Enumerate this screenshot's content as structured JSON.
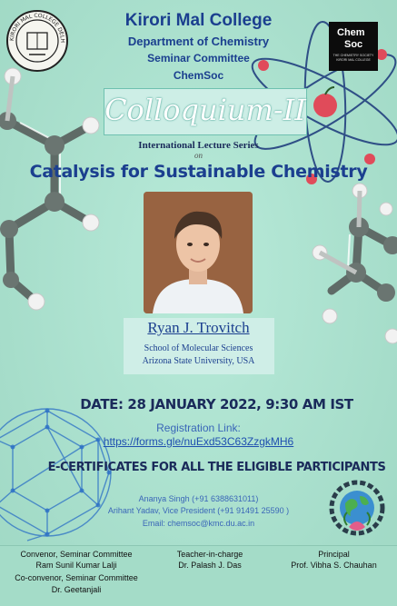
{
  "header": {
    "college": "Kirori Mal College",
    "department": "Department of Chemistry",
    "committee": "Seminar Committee",
    "society": "ChemSoc"
  },
  "left_logo": {
    "icon": "college-seal-icon",
    "ring_text": "KIRORI MAL COLLEGE DELHI"
  },
  "right_logo": {
    "icon": "chemsoc-logo-icon",
    "line1": "Chem",
    "line2": "Soc",
    "caption": "THE CHEMISTRY SOCIETY KIRORI MAL COLLEGE"
  },
  "event": {
    "title": "Colloquium-II",
    "series": "International Lecture Series",
    "on": "on",
    "topic": "Catalysis for Sustainable Chemistry"
  },
  "speaker": {
    "name": "Ryan J. Trovitch",
    "affiliation_line1": "School of Molecular Sciences",
    "affiliation_line2": "Arizona State University, USA"
  },
  "date_line": "DATE: 28 JANUARY 2022, 9:30 AM IST",
  "registration": {
    "label": "Registration Link:",
    "url": "https://forms.gle/nuExd53C63ZzgkMH6"
  },
  "certificates": "E-CERTIFICATES FOR ALL THE ELIGIBLE PARTICIPANTS",
  "contacts": {
    "line1": "Ananya Singh (+91 6388631011)",
    "line2": "Arihant Yadav, Vice President (+91 91491 25590 )",
    "line3": "Email: chemsoc@kmc.du.ac.in"
  },
  "footer": {
    "convenor_role": "Convenor, Seminar Committee",
    "convenor_name": "Ram Sunil Kumar Lalji",
    "coconvenor_role": "Co-convenor, Seminar Committee",
    "coconvenor_name": "Dr. Geetanjali",
    "teacher_role": "Teacher-in-charge",
    "teacher_name": "Dr. Palash J. Das",
    "principal_role": "Principal",
    "principal_name": "Prof. Vibha S. Chauhan"
  },
  "colors": {
    "background": "#a9e0cf",
    "heading_blue": "#1b3f8f",
    "link_blue": "#1f4fb0",
    "atom_orbit": "#2f4f86",
    "atom_red": "#e04b5a"
  }
}
